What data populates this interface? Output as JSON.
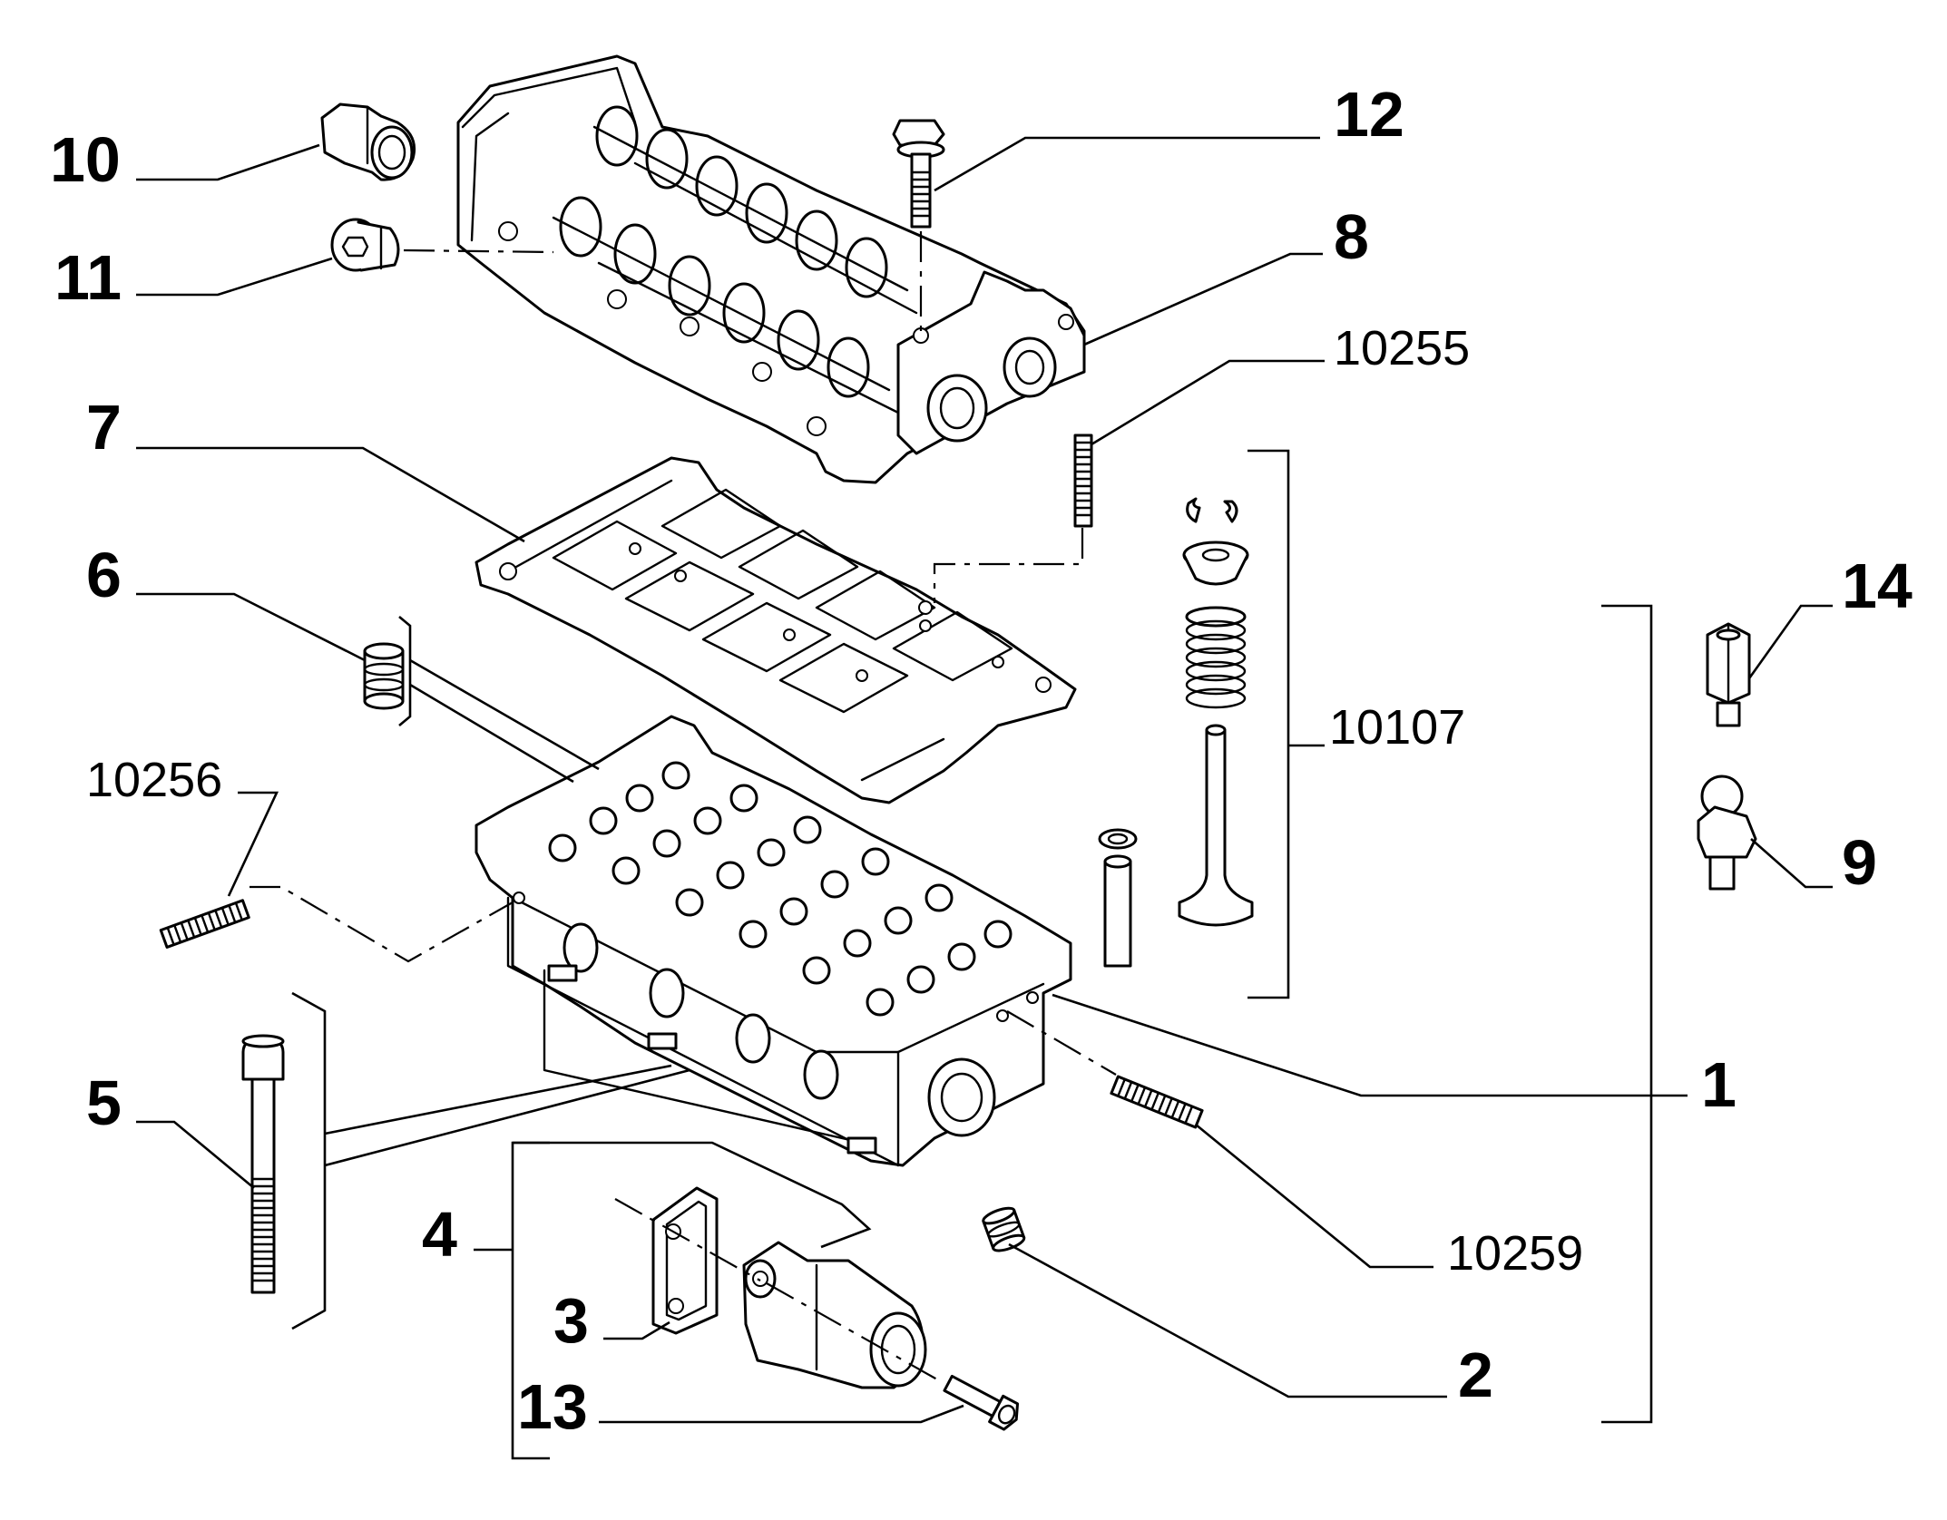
{
  "labels": {
    "p1": "1",
    "p2": "2",
    "p3": "3",
    "p4": "4",
    "p5": "5",
    "p6": "6",
    "p7": "7",
    "p8": "8",
    "p9": "9",
    "p10": "10",
    "p11": "11",
    "p12": "12",
    "p13": "13",
    "p14": "14",
    "c10107": "10107",
    "c10255": "10255",
    "c10256": "10256",
    "c10259": "10259"
  }
}
